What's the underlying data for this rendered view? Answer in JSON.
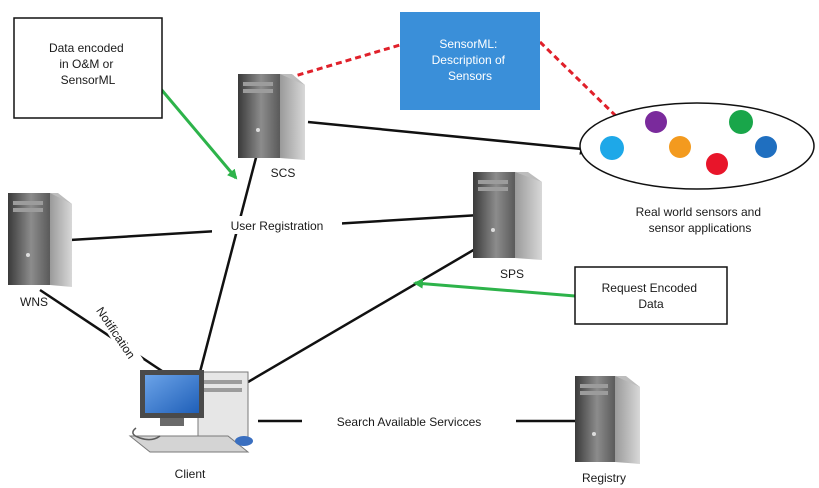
{
  "boxes": {
    "data_encoded": [
      "Data encoded",
      "in O&M or",
      "SensorML"
    ],
    "sensorml": [
      "SensorML:",
      "Description of",
      "Sensors"
    ],
    "request": [
      "Request Encoded",
      "Data"
    ]
  },
  "nodes": {
    "scs": "SCS",
    "wns": "WNS",
    "sps": "SPS",
    "client": "Client",
    "registry": "Registry"
  },
  "edges": {
    "user_registration": "User Registration",
    "notification": "Notification",
    "search": "Search Available Servicces"
  },
  "sensors_caption": [
    "Real world sensors and",
    "sensor applications"
  ],
  "colors": {
    "green_arrow": "#2db34a",
    "red_dashed": "#e0202a",
    "sensorml_box": "#3a8fd9",
    "dot_cyan": "#1ea8e8",
    "dot_purple": "#7a2a9c",
    "dot_orange": "#f39a1e",
    "dot_green": "#19a64a",
    "dot_red": "#e8152a",
    "dot_blue": "#1f6fc0"
  }
}
